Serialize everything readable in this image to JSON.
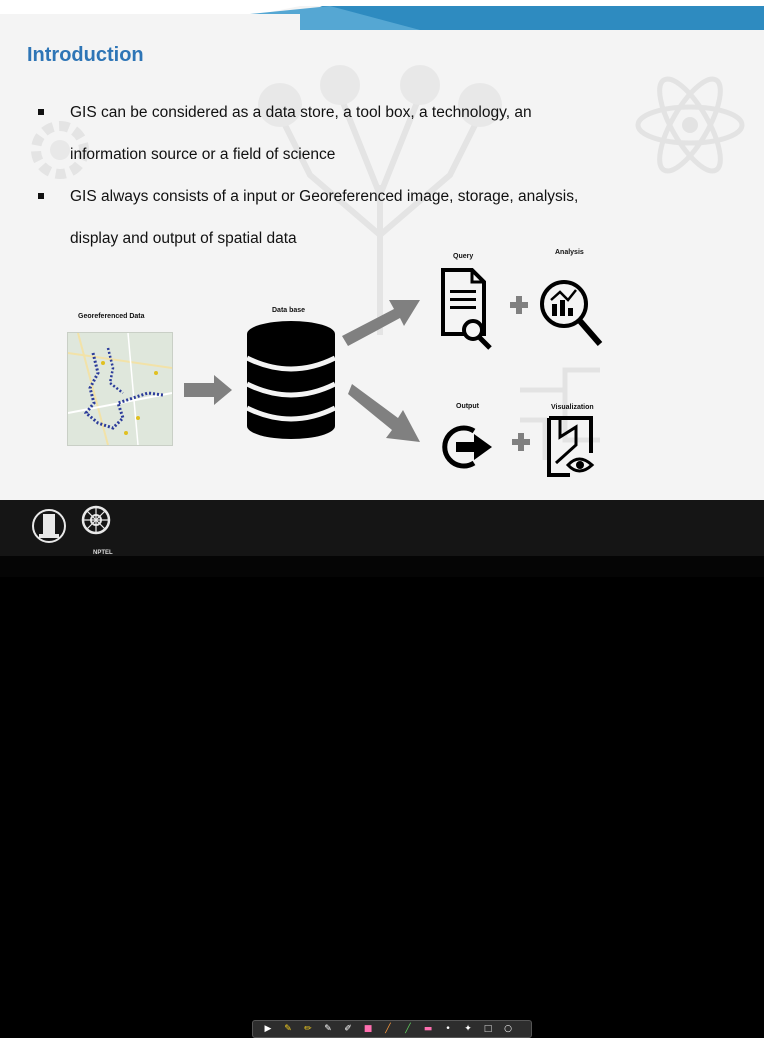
{
  "slide": {
    "title": "Introduction",
    "bullets": [
      "GIS can be considered as a data store, a tool box, a technology, an",
      "information source or a field of science",
      "GIS always consists of a input or Georeferenced image, storage, analysis,",
      "display and output of spatial data"
    ],
    "diagram": {
      "georef_label": "Georeferenced Data",
      "database_label": "Data base",
      "query_label": "Query",
      "analysis_label": "Analysis",
      "output_label": "Output",
      "visualization_label": "Visualization"
    }
  },
  "footer": {
    "logo_text": "NPTEL",
    "toolbar_icons": [
      "pointer-icon",
      "pen-icon",
      "highlighter-icon",
      "pencil-icon",
      "marker-icon",
      "eraser-icon",
      "pen-icon",
      "brush-icon",
      "eraser-icon",
      "dot-icon",
      "laser-icon",
      "box-icon",
      "clear-icon"
    ]
  },
  "colors": {
    "title": "#2e75b6",
    "accent_band": "#2e8bc0",
    "arrow_gray": "#7f7f7f"
  }
}
